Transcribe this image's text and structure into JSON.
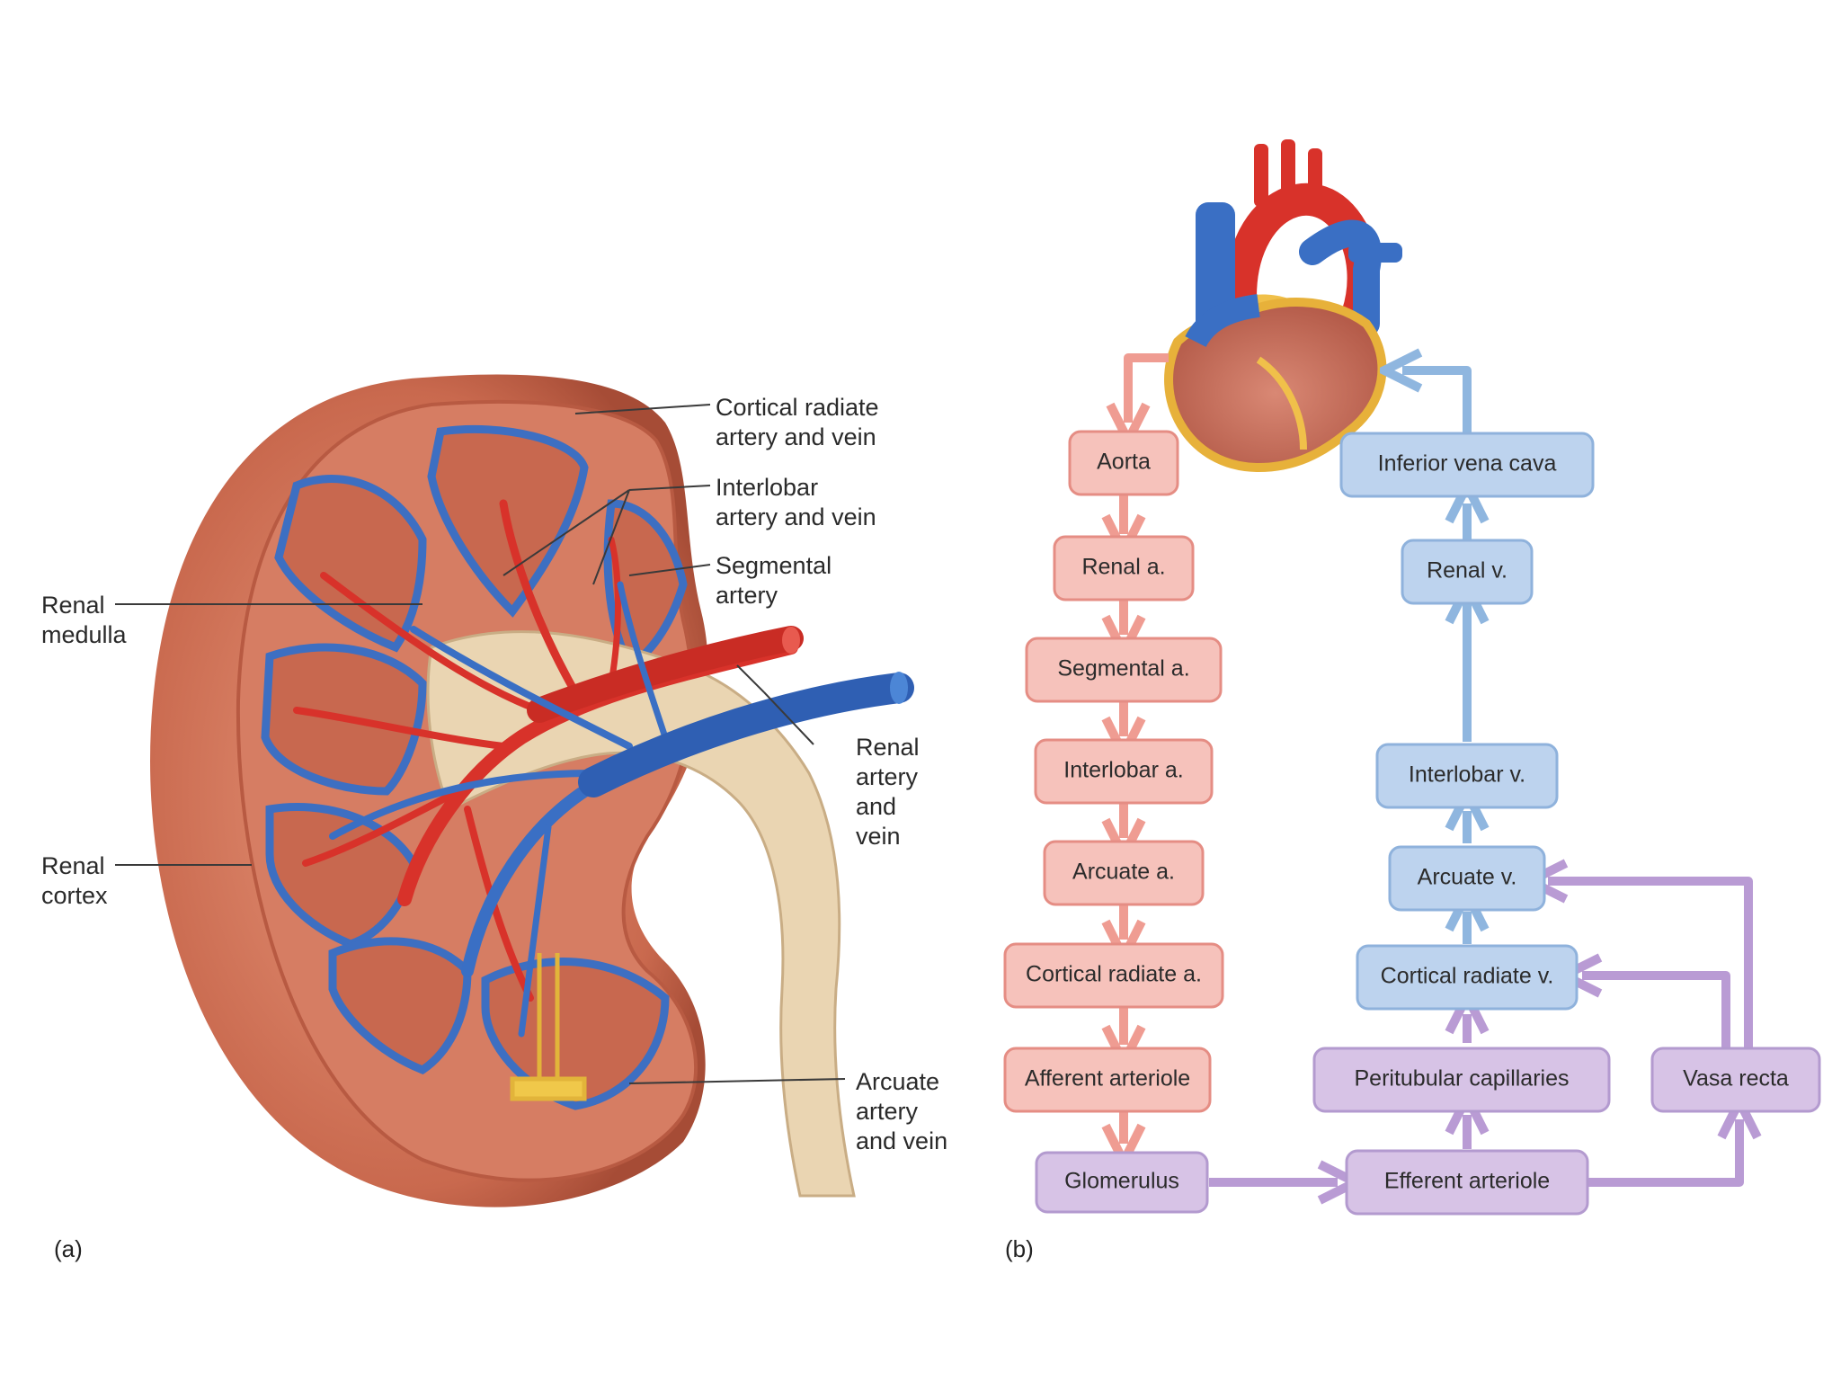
{
  "panel_a": {
    "letter": "(a)",
    "labels": {
      "cortical_radiate_1": "Cortical radiate",
      "cortical_radiate_2": "artery and vein",
      "interlobar_1": "Interlobar",
      "interlobar_2": "artery and vein",
      "segmental_1": "Segmental",
      "segmental_2": "artery",
      "medulla_1": "Renal",
      "medulla_2": "medulla",
      "renal_av_1": "Renal",
      "renal_av_2": "artery",
      "renal_av_3": "and",
      "renal_av_4": "vein",
      "cortex_1": "Renal",
      "cortex_2": "cortex",
      "arcuate_1": "Arcuate",
      "arcuate_2": "artery",
      "arcuate_3": "and vein"
    }
  },
  "panel_b": {
    "letter": "(b)",
    "arterial": [
      "Aorta",
      "Renal a.",
      "Segmental a.",
      "Interlobar a.",
      "Arcuate a.",
      "Cortical radiate a.",
      "Afferent arteriole"
    ],
    "capillary": [
      "Glomerulus",
      "Efferent arteriole",
      "Peritubular capillaries",
      "Vasa recta"
    ],
    "venous": [
      "Inferior vena cava",
      "Renal v.",
      "Interlobar v.",
      "Arcuate v.",
      "Cortical radiate v."
    ]
  },
  "colors": {
    "artery": "#d8322a",
    "vein": "#3a6fc4",
    "arterial_box": "#f6c2bb",
    "venous_box": "#bdd3ee",
    "capillary_box": "#d7c3e6"
  }
}
